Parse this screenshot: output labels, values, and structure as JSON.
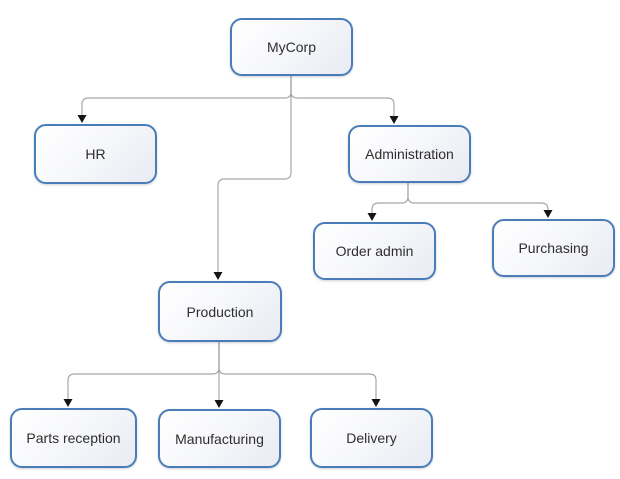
{
  "diagram": {
    "type": "org-chart",
    "nodes": [
      {
        "id": "mycorp",
        "label": "MyCorp",
        "parent": null
      },
      {
        "id": "hr",
        "label": "HR",
        "parent": "mycorp"
      },
      {
        "id": "administration",
        "label": "Administration",
        "parent": "mycorp"
      },
      {
        "id": "order-admin",
        "label": "Order admin",
        "parent": "administration"
      },
      {
        "id": "purchasing",
        "label": "Purchasing",
        "parent": "administration"
      },
      {
        "id": "production",
        "label": "Production",
        "parent": "mycorp"
      },
      {
        "id": "parts-reception",
        "label": "Parts reception",
        "parent": "production"
      },
      {
        "id": "manufacturing",
        "label": "Manufacturing",
        "parent": "production"
      },
      {
        "id": "delivery",
        "label": "Delivery",
        "parent": "production"
      }
    ],
    "colors": {
      "node_border": "#4a7db8",
      "node_fill_top": "#ffffff",
      "node_fill_bottom": "#e9ebf3",
      "connector": "#a8a8a8",
      "arrowhead": "#141414",
      "label_text": "#2e2e2e",
      "background": "#ffffff"
    }
  }
}
